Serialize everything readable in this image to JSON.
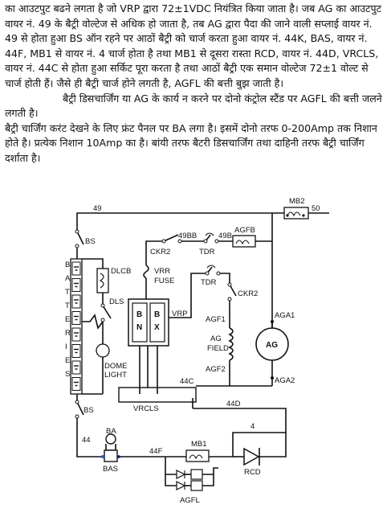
{
  "paragraphs": [
    "का आउटपुट बढने लगता है जो VRP द्वारा 72±1VDC नियंत्रित किया जाता है। जब AG का आउटपुट वायर नं. 49 के बैट्री वोल्टेज से अधिक हो जाता है, तब AG द्वारा पैदा की जाने वाली सप्लाई वायर नं. 49 से होता हुआ BS ऑन रहने पर आठों बैट्री को चार्ज करता हुआ वायर नं. 44K, BAS, वायर नं. 44F, MB1 से वायर नं. 4 चार्ज होता है तथा MB1 से दूसरा रास्ता RCD, वायर नं. 44D, VRCLS, वायर नं. 44C से होता हुआ सर्किट पूरा करता है तथा आठों बैट्री एक समान वोल्टेज 72±1 वोल्ट से चार्ज होती हैं। जैसे ही बैट्री चार्ज होने लगती है, AGFL की बत्ती बुझ जाती है।",
    "बैट्री डिसचार्जिंग या AG के कार्य न करने पर दोनो कंट्रोल स्टैंड पर AGFL की बत्ती जलने लगती है।",
    "बैट्री चार्जिंग करंट देखने के लिए फ्रंट पैनल पर BA लगा है। इसमें दोनो तरफ 0-200Amp तक निशान होते है। प्रत्येक निशान 10Amp का है। बांयी तरफ बैटरी डिसचार्जिंग तथा दाहिनी तरफ बैट्री चार्जिंग दर्शाता है।"
  ],
  "diagram": {
    "mb2": "MB2",
    "wire_49": "49",
    "wire_50": "50",
    "bs_top": "BS",
    "bs_bottom": "BS",
    "batteries_letters": [
      "B",
      "A",
      "T",
      "T",
      "E",
      "R",
      "I",
      "E",
      "S"
    ],
    "dlcb": "DLCB",
    "dls": "DLS",
    "dome_light": [
      "DOME",
      "LIGHT"
    ],
    "ckr2_top": "CKR2",
    "wire_49bb": "49BB",
    "tdr_top": "TDR",
    "wire_49b": "49B",
    "agfb": "AGFB",
    "vrr_fuse": [
      "VRR",
      "FUSE"
    ],
    "tdr_mid": "TDR",
    "ckr2_mid": "CKR2",
    "bn": [
      "B",
      "N"
    ],
    "bx": [
      "B",
      "X"
    ],
    "vrp": "VRP",
    "agf1": "AGF1",
    "ag_field": [
      "AG",
      "FIELD"
    ],
    "agf2": "AGF2",
    "aga1": "AGA1",
    "aga2": "AGA2",
    "ag": "AG",
    "wire_44c": "44C",
    "vrcls": "VRCLS",
    "wire_44d": "44D",
    "wire_44": "44",
    "ba": "BA",
    "bas": "BAS",
    "wire_44f": "44F",
    "mb1": "MB1",
    "wire_4": "4",
    "rcd": "RCD",
    "agfl": "AGFL"
  }
}
